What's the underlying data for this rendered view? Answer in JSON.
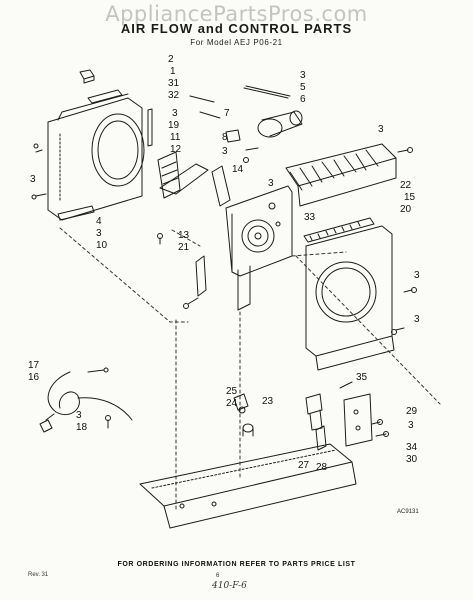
{
  "watermark": "AppliancePartsPros.com",
  "title": "AIR FLOW and CONTROL PARTS",
  "model_line": "For Model AEJ P06-21",
  "callouts": [
    "2",
    "1",
    "31",
    "32",
    "3",
    "5",
    "6",
    "7",
    "3",
    "8",
    "3",
    "19",
    "11",
    "12",
    "14",
    "3",
    "3",
    "22",
    "15",
    "20",
    "3",
    "4",
    "3",
    "10",
    "33",
    "13",
    "21",
    "3",
    "3",
    "17",
    "16",
    "25",
    "24",
    "23",
    "35",
    "29",
    "3",
    "34",
    "30",
    "3",
    "18",
    "27",
    "28"
  ],
  "figure_code": "AC9131",
  "footer": "FOR ORDERING INFORMATION REFER TO PARTS PRICE LIST",
  "revision": "Rev. 31",
  "page_number": "6",
  "handwritten_note": "410-F-6"
}
